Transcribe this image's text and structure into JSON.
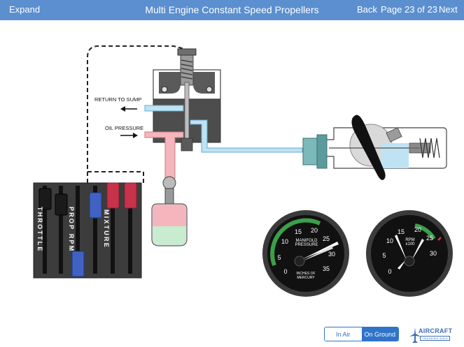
{
  "header": {
    "expand_label": "Expand",
    "title": "Multi Engine Constant Speed Propellers",
    "back_label": "Back",
    "page_indicator": "Page 23 of 23",
    "next_label": "Next"
  },
  "labels": {
    "return_to_sump": "RETURN TO SUMP",
    "oil_pressure": "OIL PRESSURE"
  },
  "quadrant": {
    "throttle_label": "THROTTLE",
    "prop_rpm_label": "PROP RPM",
    "mixture_label": "MIXTURE"
  },
  "manifold_gauge": {
    "label_top": "MANIFOLD",
    "label_bottom": "PRESSURE",
    "unit_line1": "INCHES OF",
    "unit_line2": "MERCURY",
    "ticks": [
      "0",
      "5",
      "10",
      "15",
      "20",
      "25",
      "30",
      "35"
    ]
  },
  "rpm_gauge": {
    "label_top": "RPM",
    "label_bottom": "x100",
    "ticks": [
      "0",
      "5",
      "10",
      "15",
      "20",
      "25",
      "30"
    ]
  },
  "mode_toggle": {
    "in_air_label": "In Air",
    "on_ground_label": "On Ground",
    "selected": "On Ground"
  },
  "logo": {
    "line1": "AIRCRAFT",
    "line2": "TRAINING AIDS"
  },
  "colors": {
    "header_bg": "#5b8fcf",
    "oil_pressure": "#f4b6bc",
    "return_oil": "#bfe3f3",
    "gauge_green": "#3aa04a",
    "accent": "#2f74c8"
  }
}
